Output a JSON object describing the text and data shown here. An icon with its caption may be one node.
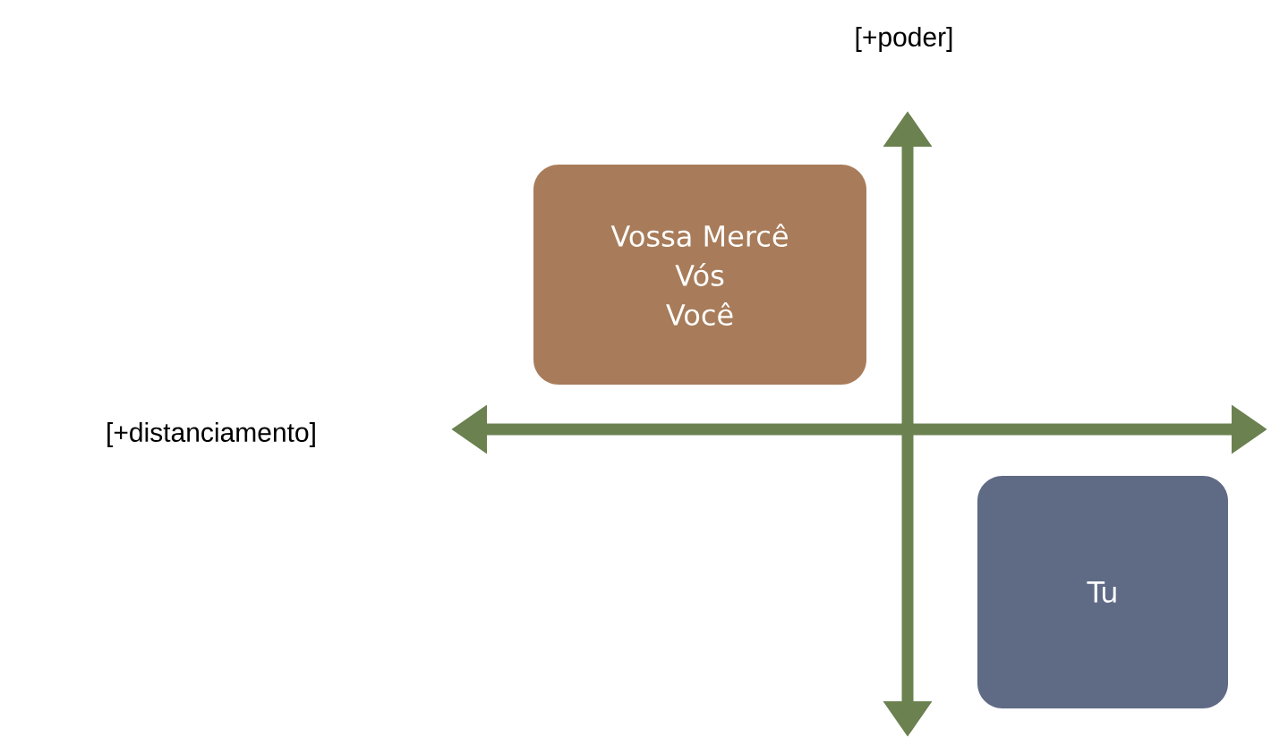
{
  "diagram": {
    "nodes": [
      {
        "text": [
          "Vossa Mercê",
          "Vós",
          "Você"
        ]
      },
      {
        "text": [
          "Tu"
        ]
      }
    ],
    "labels": [
      "[+poder]",
      "[+distanciamento]"
    ]
  }
}
